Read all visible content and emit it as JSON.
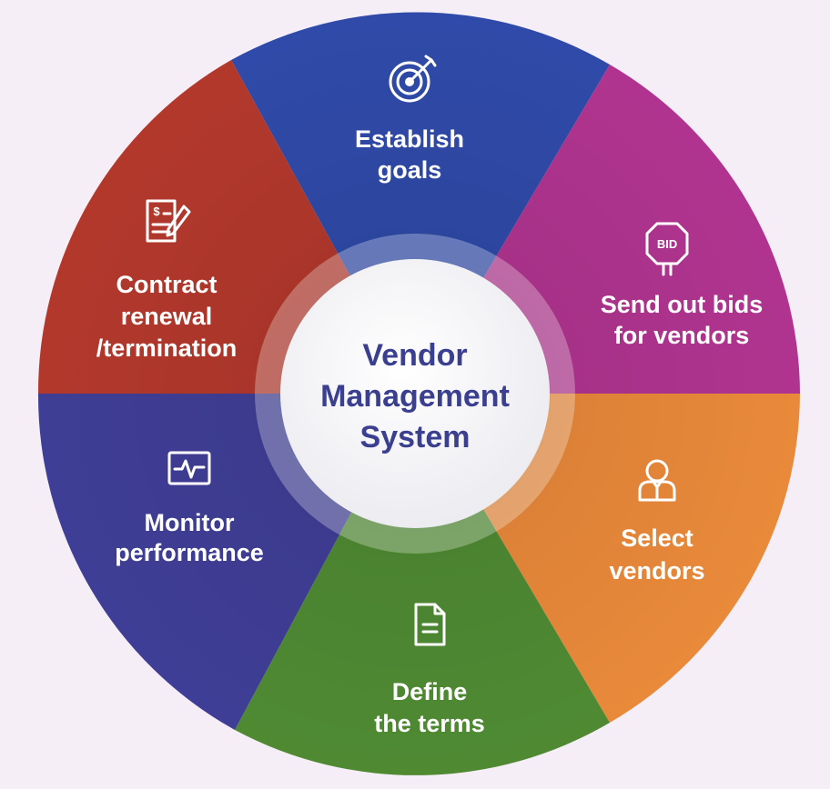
{
  "center": {
    "lines": [
      "Vendor",
      "Management",
      "System"
    ],
    "color": "#3a3f8f"
  },
  "segments": [
    {
      "id": "establish-goals",
      "lines": [
        "Establish",
        "goals"
      ],
      "icon": "target-icon",
      "color": "#2f4aa8"
    },
    {
      "id": "send-bids",
      "lines": [
        "Send out bids",
        "for vendors"
      ],
      "icon": "bid-sign-icon",
      "color": "#b0348f"
    },
    {
      "id": "select-vendors",
      "lines": [
        "Select",
        "vendors"
      ],
      "icon": "person-icon",
      "color": "#e9893a"
    },
    {
      "id": "define-terms",
      "lines": [
        "Define",
        "the terms"
      ],
      "icon": "document-icon",
      "color": "#4f8a33"
    },
    {
      "id": "monitor-performance",
      "lines": [
        "Monitor",
        "performance"
      ],
      "icon": "pulse-monitor-icon",
      "color": "#3f3e96"
    },
    {
      "id": "contract-renewal",
      "lines": [
        "Contract",
        "renewal",
        "/termination"
      ],
      "icon": "contract-icon",
      "color": "#b3382c"
    }
  ]
}
